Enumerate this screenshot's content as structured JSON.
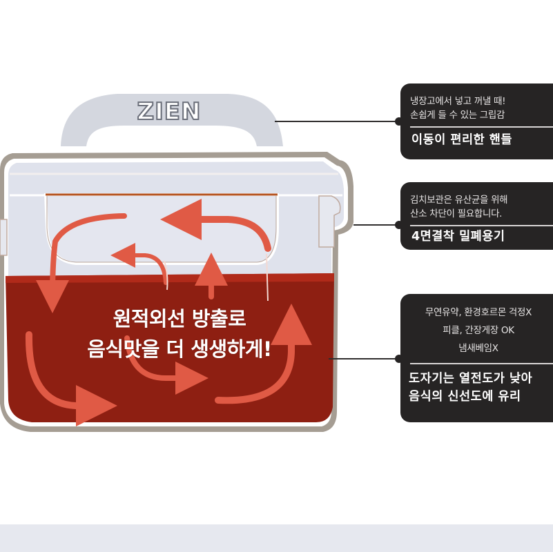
{
  "brand": {
    "logo_text": "ZIEN"
  },
  "illustration": {
    "center_text_lines": [
      "원적외선 방출로",
      "음식맛을 더 생생하게!"
    ],
    "colors": {
      "liquid": "#8e1f12",
      "liquid_top": "#b02a1a",
      "arrows": "#e05a45",
      "container_outline": "#a59d93",
      "lid_fill": "#dfe2ec",
      "handle_fill": "#d4d7df",
      "inner_rim": "#b5531f"
    }
  },
  "callouts": [
    {
      "sub_lines": [
        "냉장고에서 넣고 꺼낼 때!",
        "손쉽게 들 수 있는 그립감"
      ],
      "main_lines": [
        "이동이 편리한 핸들"
      ]
    },
    {
      "sub_lines": [
        "김치보관은 유산균을 위해",
        "산소 차단이 필요합니다."
      ],
      "main_lines": [
        "4면결착 밀폐용기"
      ]
    },
    {
      "sub_lines": [
        "무연유약, 환경호르몬 걱정X",
        "피클, 간장게장 OK",
        "냄새베임X"
      ],
      "main_lines": [
        "도자기는 열전도가 낮아",
        "음식의 신선도에 유리"
      ]
    }
  ],
  "colors": {
    "callout_bg": "#262424",
    "bottom_band": "#e6e8ef",
    "page_bg": "#ffffff"
  }
}
